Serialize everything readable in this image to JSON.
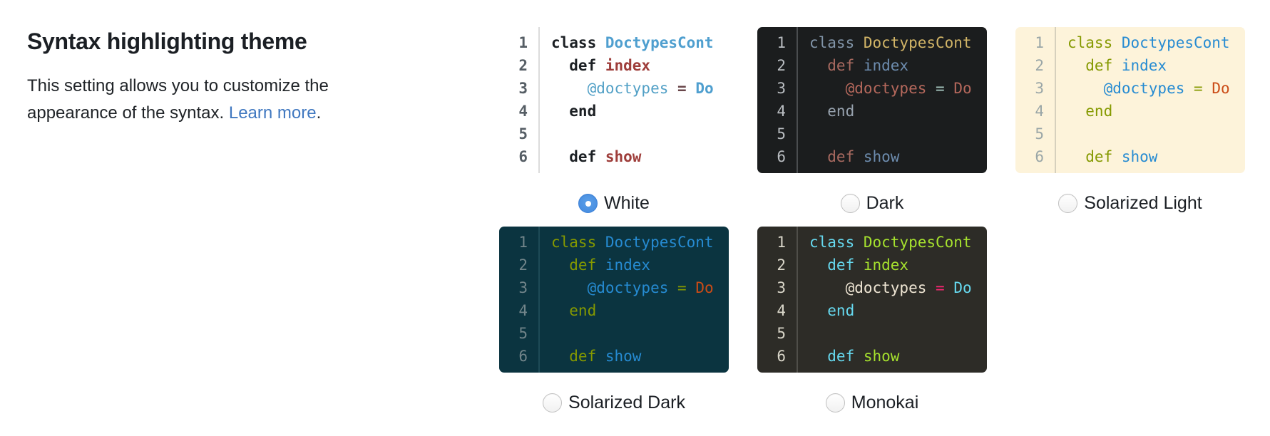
{
  "section": {
    "title": "Syntax highlighting theme",
    "description_line1": "This setting allows you to customize the",
    "description_line2_prefix": "appearance of the syntax. ",
    "link_text": "Learn more",
    "description_suffix": ".",
    "link_color": "#4078c0"
  },
  "radio": {
    "accent": "#4a90e2",
    "selected_border": "#3e82d8",
    "unselected_border": "#c0c0c0"
  },
  "code_lines": [
    {
      "num": "1",
      "segments": [
        {
          "text": "class ",
          "role": "kw_class"
        },
        {
          "text": "DoctypesCont",
          "role": "cls"
        }
      ]
    },
    {
      "num": "2",
      "segments": [
        {
          "text": "  def ",
          "role": "kw_def"
        },
        {
          "text": "index",
          "role": "meth"
        }
      ]
    },
    {
      "num": "3",
      "segments": [
        {
          "text": "    @doctypes",
          "role": "ivar"
        },
        {
          "text": " = ",
          "role": "op"
        },
        {
          "text": "Do",
          "role": "const"
        }
      ]
    },
    {
      "num": "4",
      "segments": [
        {
          "text": "  end",
          "role": "kw_end"
        }
      ]
    },
    {
      "num": "5",
      "segments": []
    },
    {
      "num": "6",
      "segments": [
        {
          "text": "  def ",
          "role": "kw_def"
        },
        {
          "text": "show",
          "role": "meth"
        }
      ]
    }
  ],
  "themes": [
    {
      "id": "white",
      "label": "White",
      "selected": true,
      "chrome": {
        "bg": "#ffffff",
        "num": "#565e65",
        "num_bold": true,
        "gutter_border": "#dcdcdc"
      },
      "bold_roles": [
        "kw_class",
        "kw_def",
        "kw_end",
        "cls",
        "meth",
        "op",
        "const"
      ],
      "palette": {
        "kw_class": "#1b1f23",
        "cls": "#4f9fcf",
        "kw_def": "#1b1f23",
        "meth": "#9e3d3a",
        "ivar": "#52a0c6",
        "op": "#69464a",
        "const": "#4f9fcf",
        "kw_end": "#1b1f23"
      }
    },
    {
      "id": "dark",
      "label": "Dark",
      "selected": false,
      "chrome": {
        "bg": "#1b1d1e",
        "num": "#b9bdc1",
        "num_bold": false,
        "gutter_border": "#4a4d4f"
      },
      "bold_roles": [],
      "palette": {
        "kw_class": "#8295a9",
        "cls": "#d2b567",
        "kw_def": "#a96a60",
        "meth": "#6d8cae",
        "ivar": "#b5685c",
        "op": "#a9cac3",
        "const": "#b5685c",
        "kw_end": "#97a2ae"
      }
    },
    {
      "id": "solarized-light",
      "label": "Solarized Light",
      "selected": false,
      "chrome": {
        "bg": "#fdf3da",
        "num": "#9aa6a7",
        "num_bold": false,
        "gutter_border": "#d6d0bd"
      },
      "bold_roles": [],
      "palette": {
        "kw_class": "#859900",
        "cls": "#268bd2",
        "kw_def": "#859900",
        "meth": "#268bd2",
        "ivar": "#268bd2",
        "op": "#859900",
        "const": "#cb4b16",
        "kw_end": "#859900"
      }
    },
    {
      "id": "solarized-dark",
      "label": "Solarized Dark",
      "selected": false,
      "chrome": {
        "bg": "#0b3440",
        "num": "#72858a",
        "num_bold": false,
        "gutter_border": "#1d4a56"
      },
      "bold_roles": [],
      "palette": {
        "kw_class": "#859900",
        "cls": "#268bd2",
        "kw_def": "#859900",
        "meth": "#268bd2",
        "ivar": "#268bd2",
        "op": "#859900",
        "const": "#cb4b16",
        "kw_end": "#859900"
      }
    },
    {
      "id": "monokai",
      "label": "Monokai",
      "selected": false,
      "chrome": {
        "bg": "#2d2c27",
        "num": "#d9d6c9",
        "num_bold": false,
        "gutter_border": "#4f4e49"
      },
      "bold_roles": [],
      "palette": {
        "kw_class": "#66d9ef",
        "cls": "#a6e22e",
        "kw_def": "#66d9ef",
        "meth": "#a6e22e",
        "ivar": "#eee5d3",
        "op": "#f92672",
        "const": "#66d9ef",
        "kw_end": "#66d9ef"
      }
    }
  ]
}
